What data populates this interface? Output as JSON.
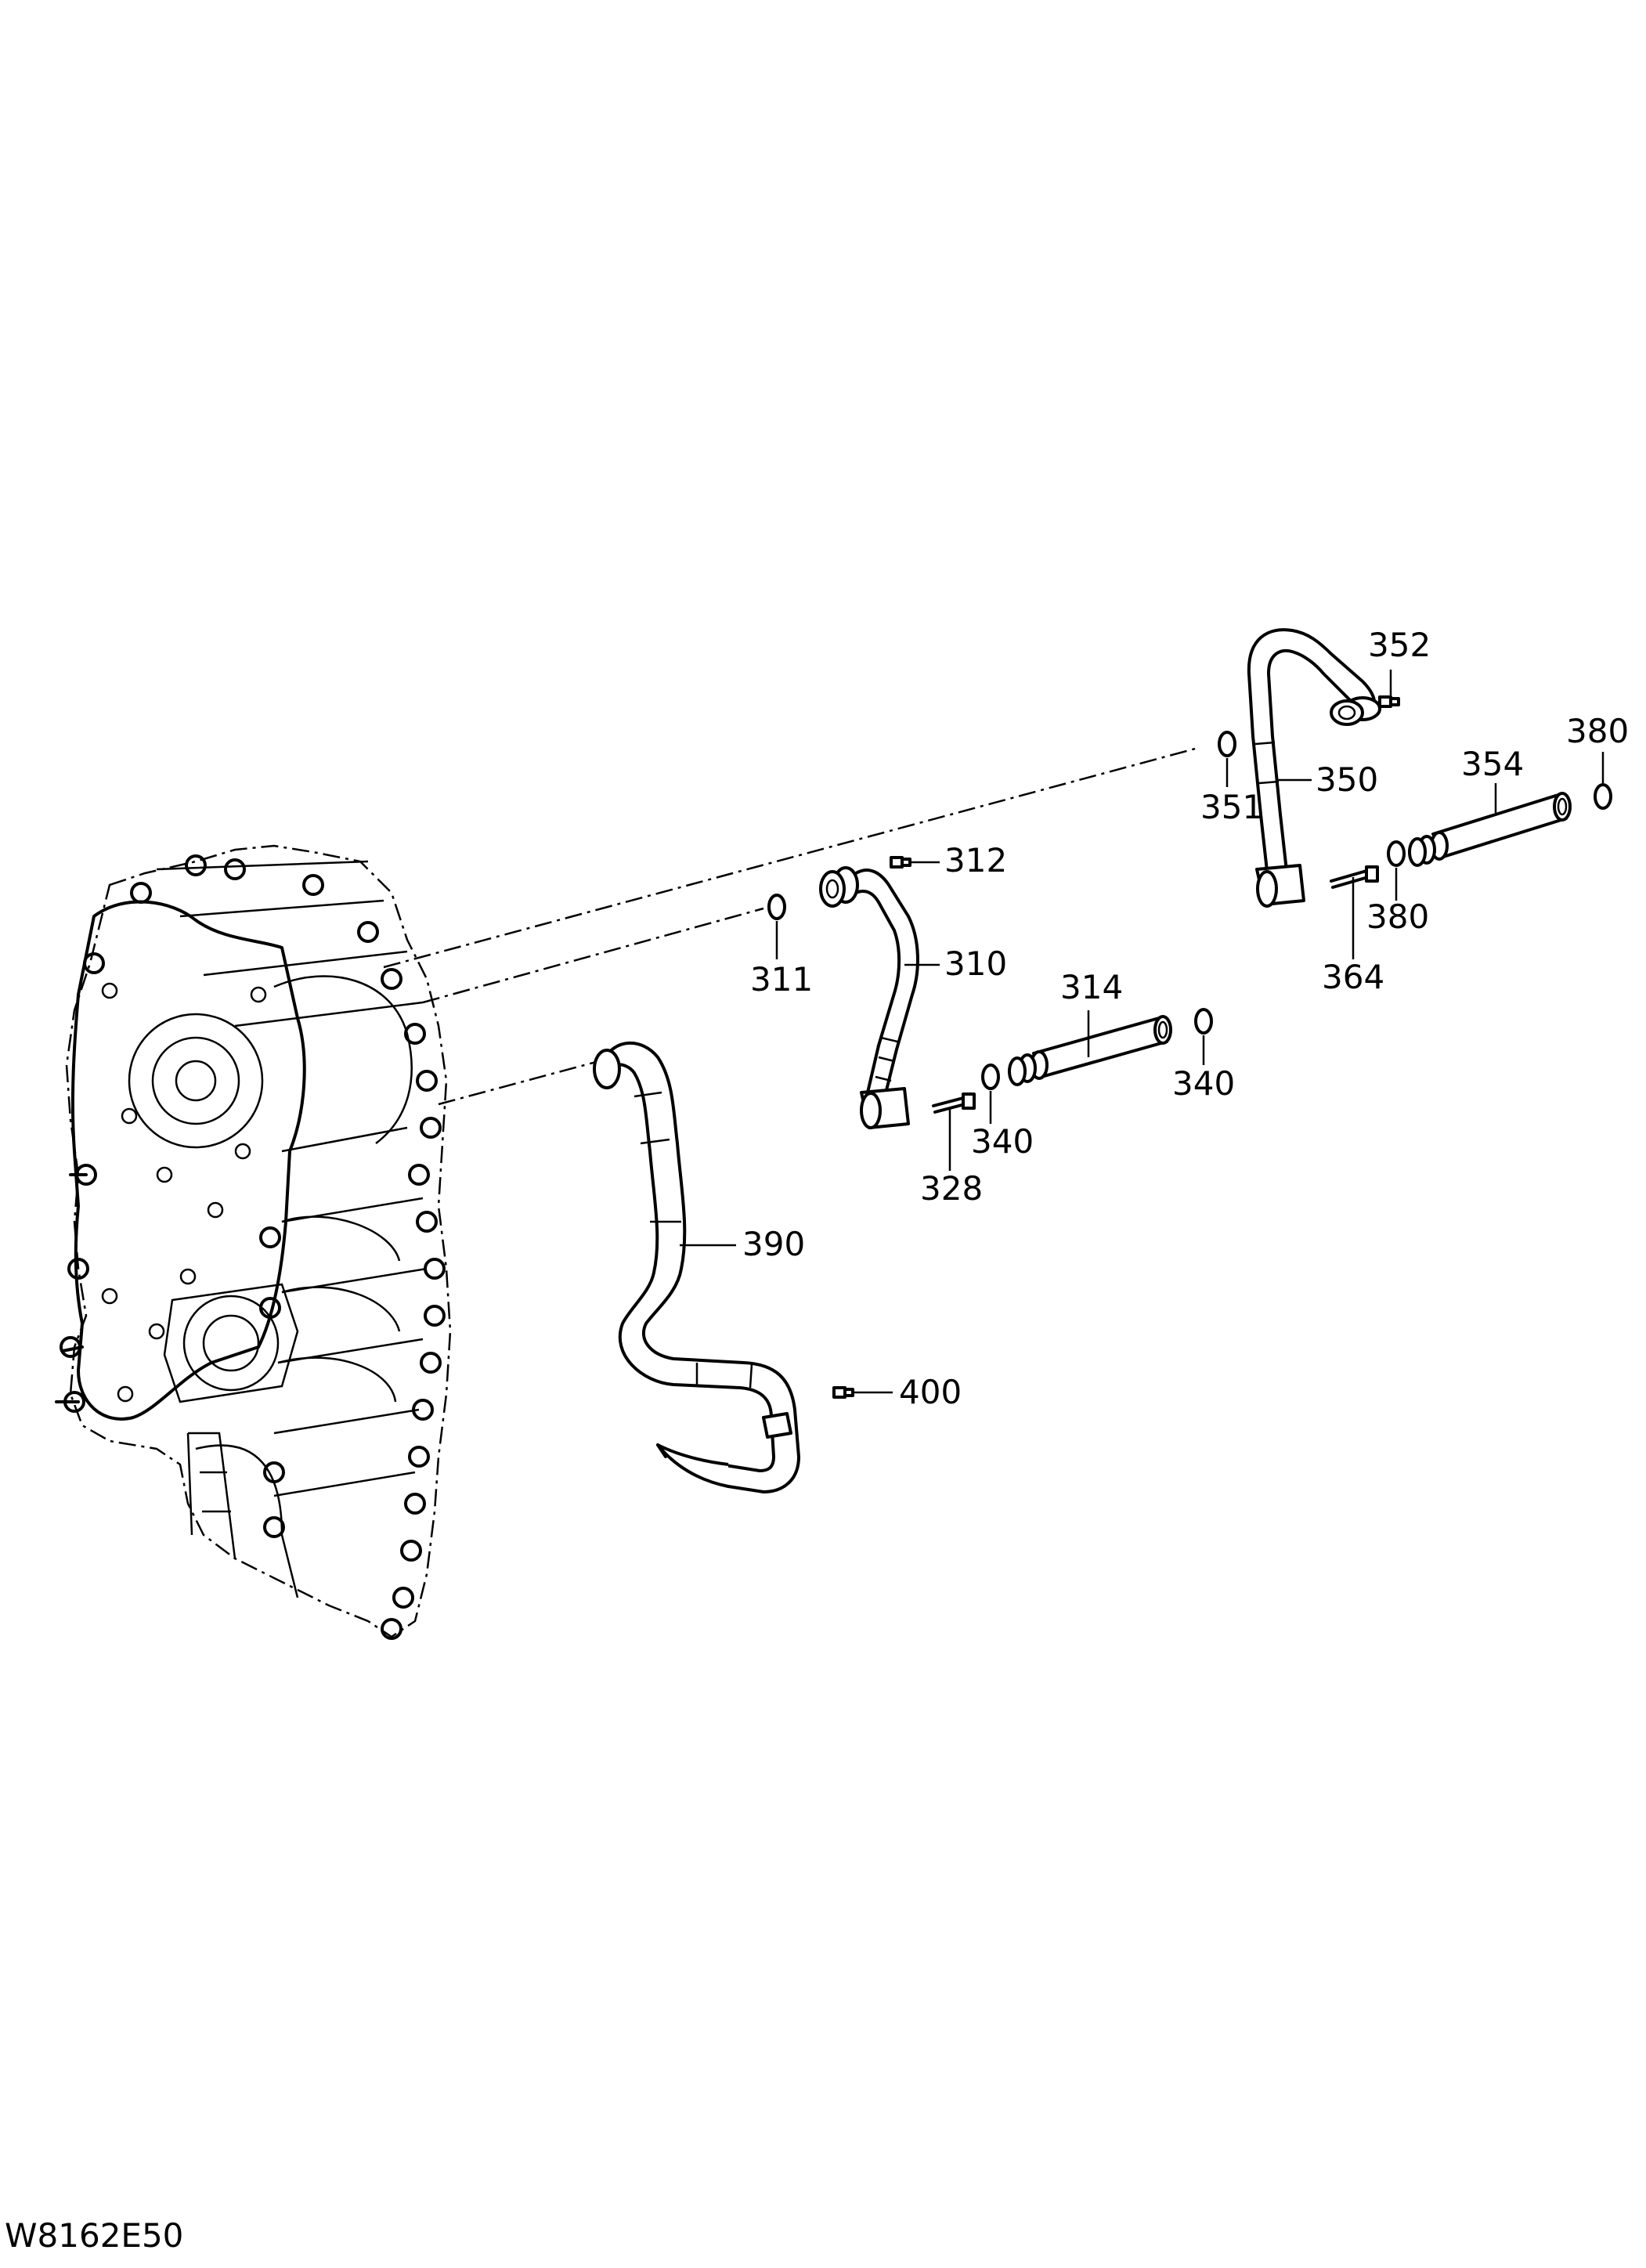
{
  "drawing_code": "W8162E50",
  "parts": {
    "p310": "310",
    "p311": "311",
    "p312": "312",
    "p314": "314",
    "p328": "328",
    "p340a": "340",
    "p340b": "340",
    "p350": "350",
    "p351": "351",
    "p352": "352",
    "p354": "354",
    "p364": "364",
    "p380a": "380",
    "p380b": "380",
    "p390": "390",
    "p400": "400"
  }
}
